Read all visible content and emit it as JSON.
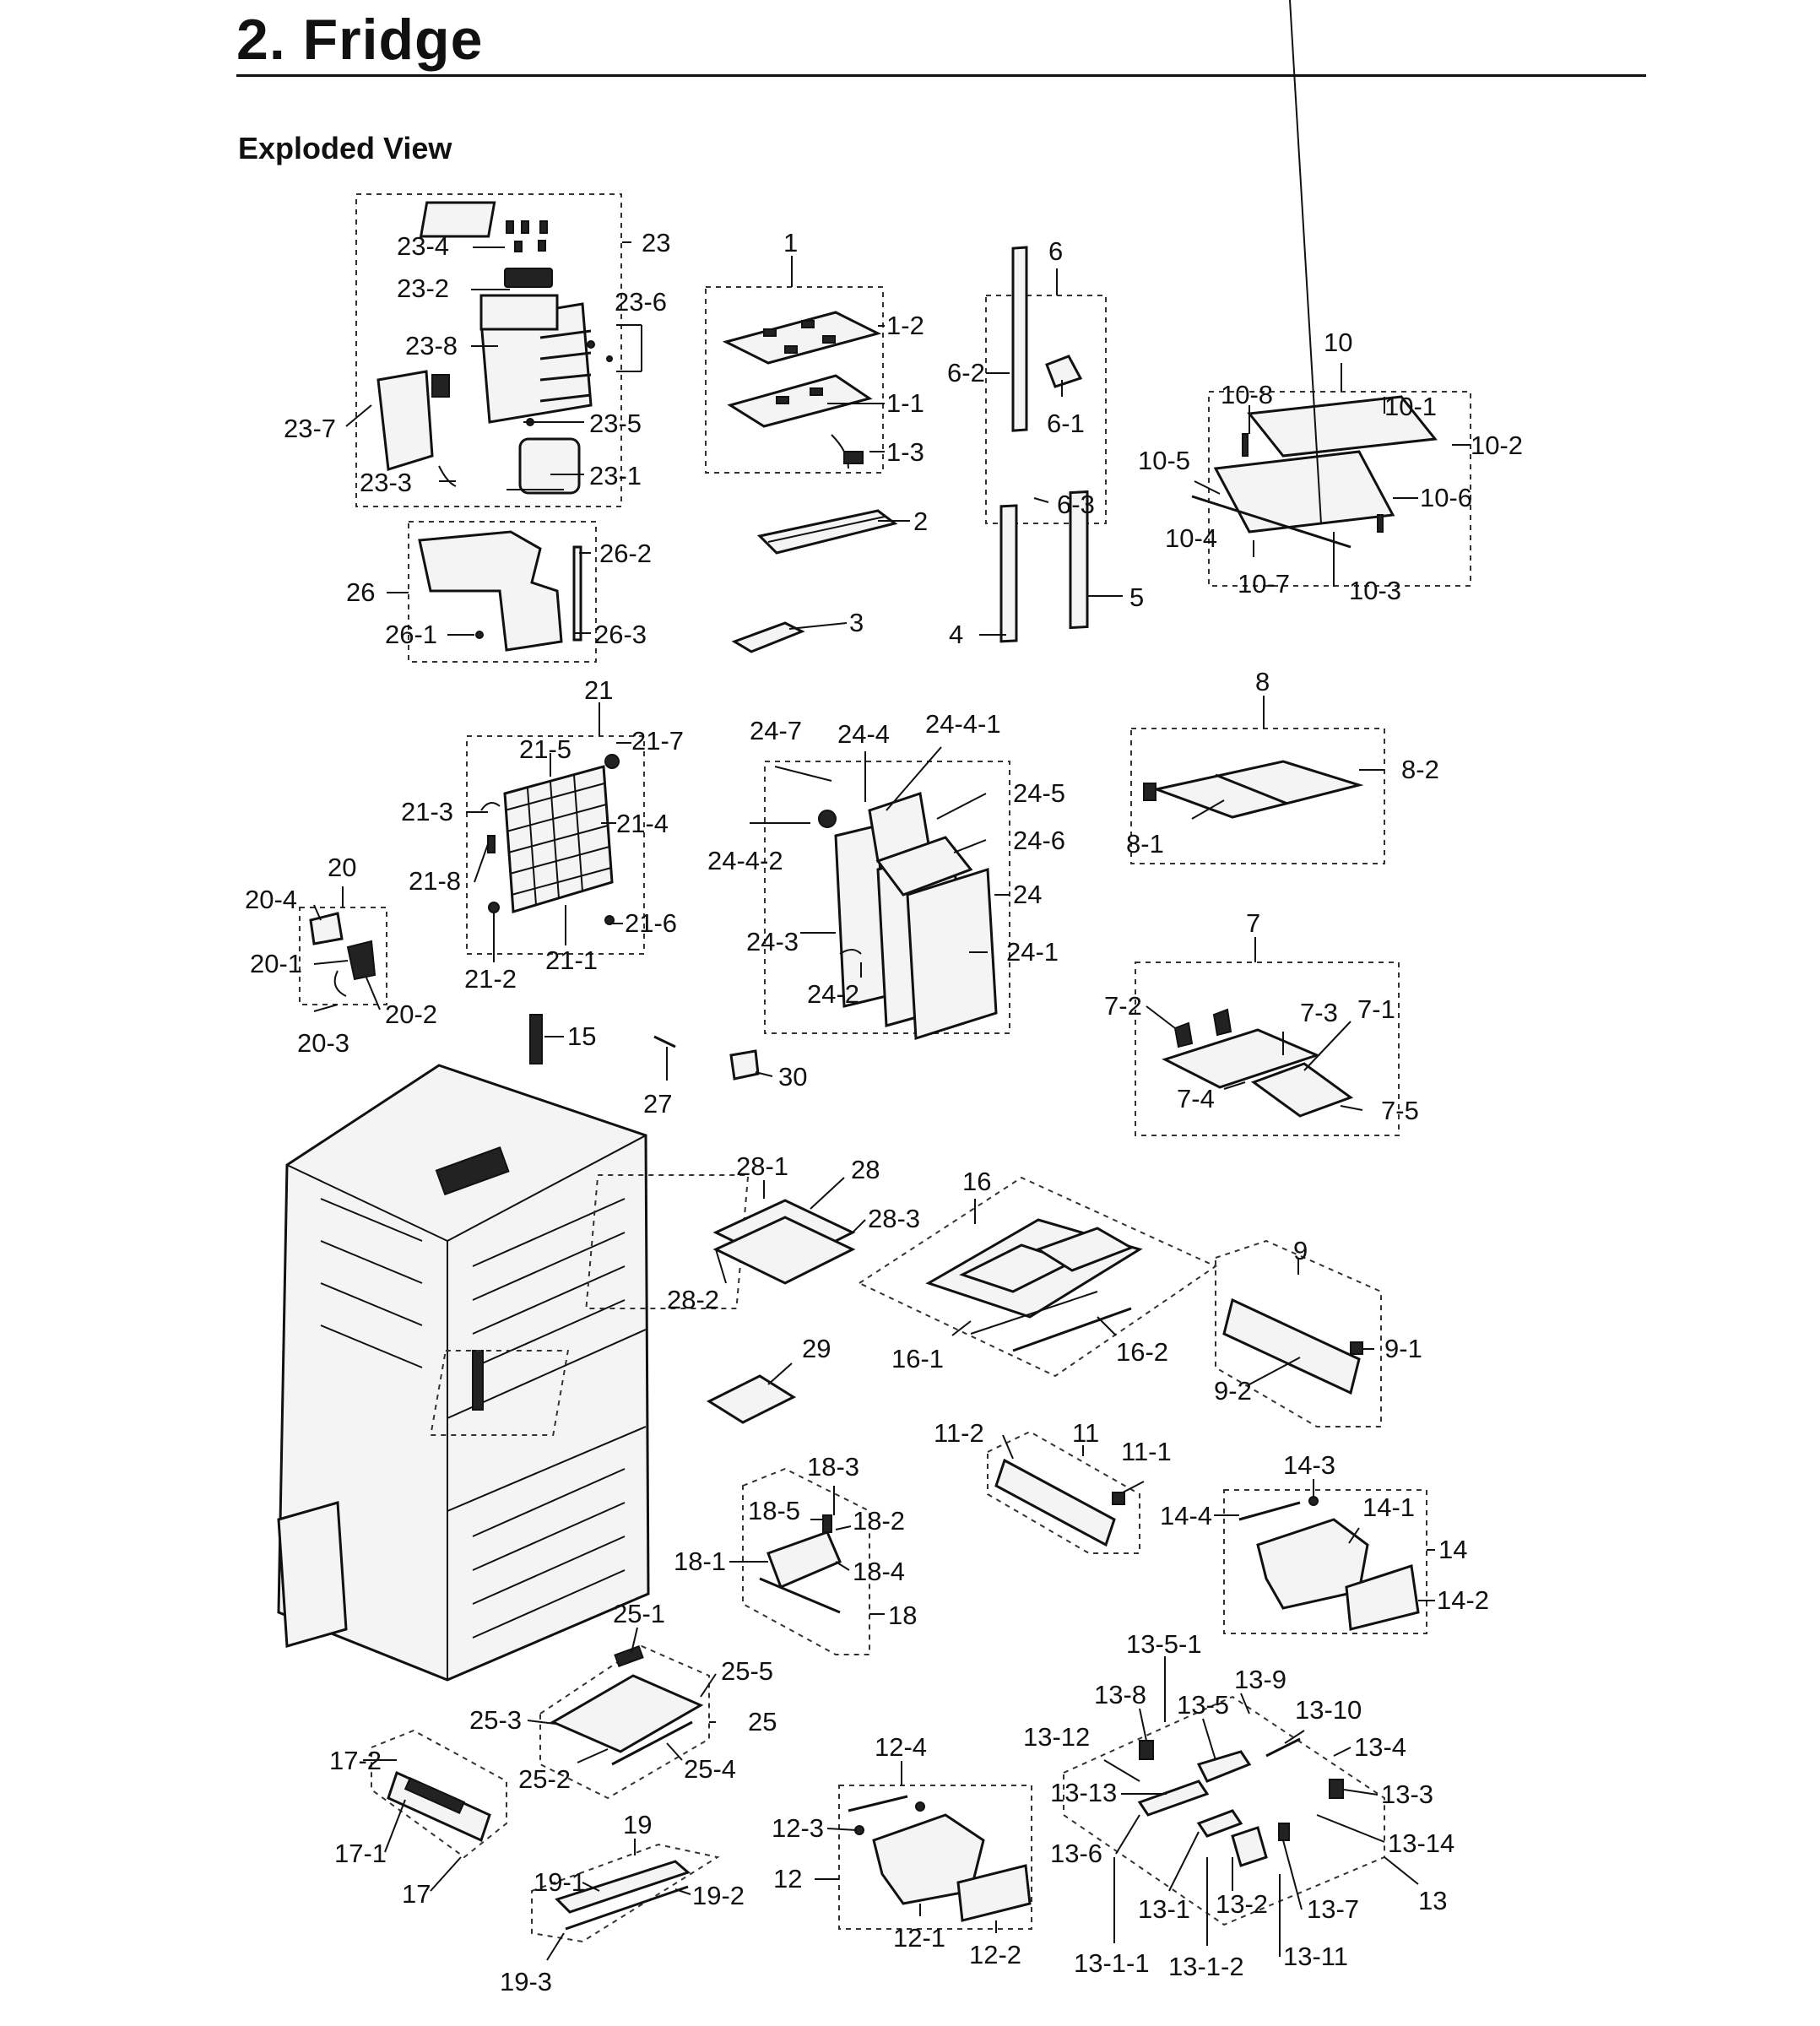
{
  "header": {
    "title": "2.  Fridge",
    "subtitle": "Exploded View"
  },
  "callouts": {
    "p23_4": "23-4",
    "p23": "23",
    "p23_2": "23-2",
    "p23_6": "23-6",
    "p23_8": "23-8",
    "p23_7": "23-7",
    "p23_5": "23-5",
    "p23_3": "23-3",
    "p23_1": "23-1",
    "p1": "1",
    "p1_2": "1-2",
    "p1_1": "1-1",
    "p1_3": "1-3",
    "p2": "2",
    "p3": "3",
    "p6": "6",
    "p6_2": "6-2",
    "p6_1": "6-1",
    "p6_3": "6-3",
    "p4": "4",
    "p5": "5",
    "p10": "10",
    "p10_8": "10-8",
    "p10_1": "10-1",
    "p10_2": "10-2",
    "p10_5": "10-5",
    "p10_6": "10-6",
    "p10_4": "10-4",
    "p10_7": "10-7",
    "p10_3": "10-3",
    "p26": "26",
    "p26_2": "26-2",
    "p26_1": "26-1",
    "p26_3": "26-3",
    "p21": "21",
    "p21_5": "21-5",
    "p21_7": "21-7",
    "p21_3": "21-3",
    "p21_4": "21-4",
    "p21_8": "21-8",
    "p21_6": "21-6",
    "p21_2": "21-2",
    "p21_1": "21-1",
    "p24_7": "24-7",
    "p24_4": "24-4",
    "p24_4_1": "24-4-1",
    "p24_5": "24-5",
    "p24_6": "24-6",
    "p24_4_2": "24-4-2",
    "p24": "24",
    "p24_3": "24-3",
    "p24_1": "24-1",
    "p24_2": "24-2",
    "p8": "8",
    "p8_2": "8-2",
    "p8_1": "8-1",
    "p20": "20",
    "p20_4": "20-4",
    "p20_1": "20-1",
    "p20_2": "20-2",
    "p20_3": "20-3",
    "p15": "15",
    "p27": "27",
    "p30": "30",
    "p7": "7",
    "p7_2": "7-2",
    "p7_3": "7-3",
    "p7_1": "7-1",
    "p7_4": "7-4",
    "p7_5": "7-5",
    "p28_1": "28-1",
    "p28": "28",
    "p28_3": "28-3",
    "p28_2": "28-2",
    "p16": "16",
    "p16_1": "16-1",
    "p16_2": "16-2",
    "p9": "9",
    "p9_1": "9-1",
    "p9_2": "9-2",
    "p29": "29",
    "p11": "11",
    "p11_2": "11-2",
    "p11_1": "11-1",
    "p18_3": "18-3",
    "p18_5": "18-5",
    "p18_2": "18-2",
    "p18_1": "18-1",
    "p18_4": "18-4",
    "p18": "18",
    "p14_3": "14-3",
    "p14_4": "14-4",
    "p14_1": "14-1",
    "p14": "14",
    "p14_2": "14-2",
    "p25_1": "25-1",
    "p25_5": "25-5",
    "p25_3": "25-3",
    "p25": "25",
    "p25_2": "25-2",
    "p25_4": "25-4",
    "p17_2": "17-2",
    "p17_1": "17-1",
    "p17": "17",
    "p19": "19",
    "p19_1": "19-1",
    "p19_2": "19-2",
    "p19_3": "19-3",
    "p12_4": "12-4",
    "p12_3": "12-3",
    "p12": "12",
    "p12_1": "12-1",
    "p12_2": "12-2",
    "p13_5_1": "13-5-1",
    "p13_8": "13-8",
    "p13_9": "13-9",
    "p13_5": "13-5",
    "p13_10": "13-10",
    "p13_12": "13-12",
    "p13_4": "13-4",
    "p13_13": "13-13",
    "p13_3": "13-3",
    "p13_14": "13-14",
    "p13_6": "13-6",
    "p13": "13",
    "p13_1": "13-1",
    "p13_2": "13-2",
    "p13_7": "13-7",
    "p13_1_1": "13-1-1",
    "p13_1_2": "13-1-2",
    "p13_11": "13-11"
  }
}
